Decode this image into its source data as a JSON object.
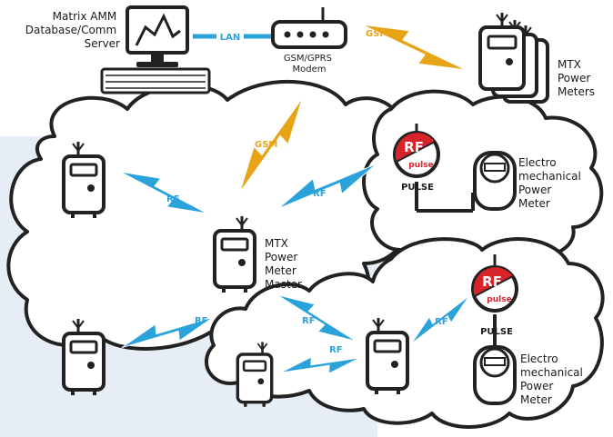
{
  "colors": {
    "rf": "#2aa3db",
    "gsm": "#e8a417",
    "lan": "#2aa3db",
    "badge_red": "#d8232a",
    "background_panel": "#e6edf5",
    "outline": "#222222"
  },
  "server": {
    "label_lines": [
      "Matrix AMM",
      "Database/Comm",
      "Server"
    ],
    "icon": "computer-monitor-icon"
  },
  "modem": {
    "label_lines": [
      "GSM/GPRS",
      "Modem"
    ],
    "icon": "router-icon"
  },
  "remote_meters": {
    "label_lines": [
      "MTX",
      "Power",
      "Meters"
    ],
    "icon": "power-meter-stack-icon"
  },
  "master_meter": {
    "label_lines": [
      "MTX",
      "Power",
      "Meter",
      "Master"
    ],
    "icon": "power-meter-antenna-icon"
  },
  "electro_meter_1": {
    "label_lines": [
      "Electro",
      "mechanical",
      "Power",
      "Meter"
    ],
    "icon": "electromechanical-meter-icon"
  },
  "electro_meter_2": {
    "label_lines": [
      "Electro",
      "mechanical",
      "Power",
      "Meter"
    ],
    "icon": "electromechanical-meter-icon"
  },
  "pulse_badge": {
    "top": "RF",
    "bottom": "pulse",
    "caption": "PULSE"
  },
  "links": {
    "lan": "LAN",
    "gsm": "GSM",
    "rf": "RF"
  }
}
